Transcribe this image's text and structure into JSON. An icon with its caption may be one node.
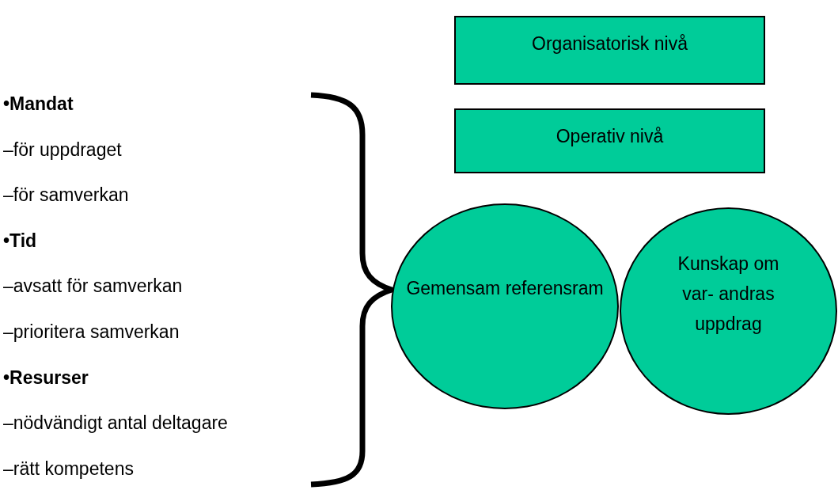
{
  "diagram": {
    "nodes": [
      {
        "text": [
          "Organisatorisk nivå"
        ]
      },
      {
        "text": [
          "Operativ nivå"
        ]
      },
      {
        "text": [
          "Gemensam referensram"
        ]
      },
      {
        "text": [
          "Kunskap om var- andras uppdrag"
        ]
      }
    ],
    "labels": [
      "•Mandat",
      "–för uppdraget",
      "–för samverkan",
      "•Tid",
      "–avsatt för samverkan",
      "–prioritera samverkan",
      "•Resurser",
      "–nödvändigt antal deltagare",
      "–rätt kompetens"
    ]
  }
}
